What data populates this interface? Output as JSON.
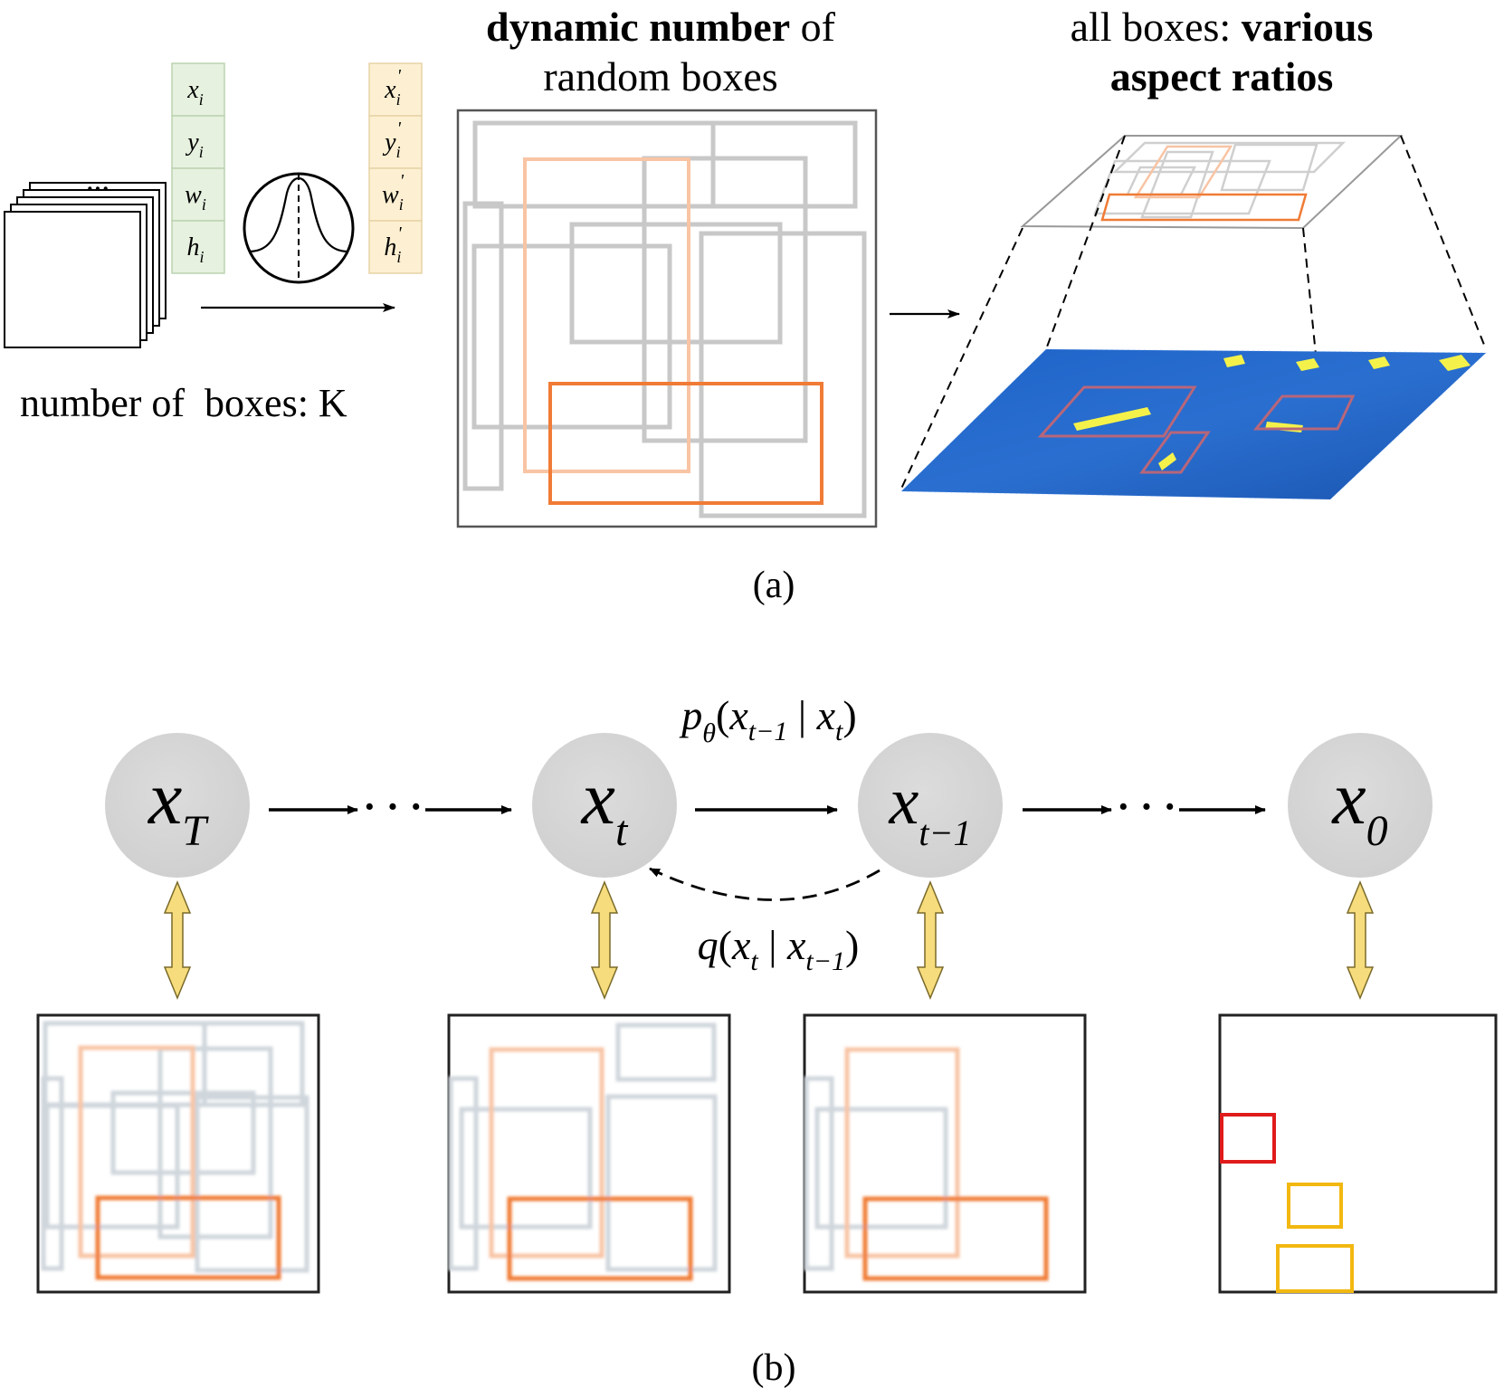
{
  "panel_a": {
    "vector_in": [
      "x",
      "y",
      "w",
      "h"
    ],
    "vector_sub": "i",
    "vector_prime": "'",
    "stack_dots": "···",
    "caption_boxes": "number of  boxes: K",
    "title_center_bold": "dynamic number",
    "title_center_rest": " of",
    "title_center_line2": "random boxes",
    "title_right_line1_plain": "all boxes: ",
    "title_right_line1_bold": "various",
    "title_right_line2_bold": "aspect ratios",
    "label": "(a)"
  },
  "panel_b": {
    "nodes": [
      {
        "base": "x",
        "sub": "T"
      },
      {
        "base": "x",
        "sub": "t"
      },
      {
        "base": "x",
        "sub": "t−1"
      },
      {
        "base": "x",
        "sub": "0"
      }
    ],
    "dots": "· · ·",
    "reverse": {
      "fn": "p",
      "fn_sub": "θ",
      "open": "(",
      "a": "x",
      "a_sub": "t−1",
      "bar": " | ",
      "b": "x",
      "b_sub": "t",
      "close": ")"
    },
    "forward": {
      "fn": "q",
      "open": "(",
      "a": "x",
      "a_sub": "t",
      "bar": " | ",
      "b": "x",
      "b_sub": "t−1",
      "close": ")"
    },
    "label": "(b)"
  },
  "colors": {
    "gray_box": "#c8c8c8",
    "light_orange": "#f8c4a4",
    "orange": "#f07b36",
    "green_cell": "#e6f1df",
    "yellow_cell": "#fdf0d2",
    "node_fill": "#d6d6d6",
    "arrow_yellow": "#f6dc7c",
    "red_box": "#e01b1b",
    "gold_box": "#f2b811",
    "heatmap_blue": "#1f5cbf"
  }
}
